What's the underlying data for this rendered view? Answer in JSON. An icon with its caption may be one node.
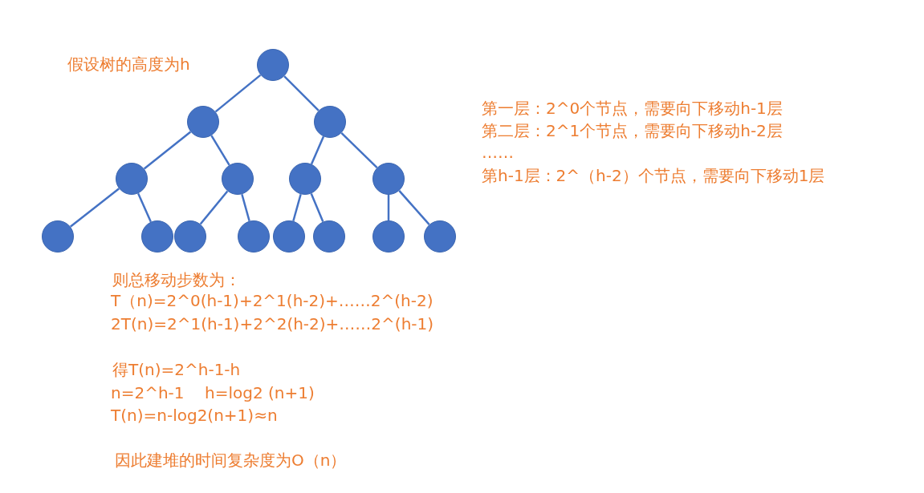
{
  "diagram": {
    "nodes": [
      {
        "text": [],
        "shape": "circle"
      },
      {
        "text": [],
        "shape": "circle"
      },
      {
        "text": [],
        "shape": "circle"
      },
      {
        "text": [],
        "shape": "circle"
      },
      {
        "text": [],
        "shape": "circle"
      },
      {
        "text": [],
        "shape": "circle"
      },
      {
        "text": [],
        "shape": "circle"
      },
      {
        "text": [],
        "shape": "circle"
      },
      {
        "text": [],
        "shape": "circle"
      },
      {
        "text": [],
        "shape": "circle"
      },
      {
        "text": [],
        "shape": "circle"
      },
      {
        "text": [],
        "shape": "circle"
      },
      {
        "text": [],
        "shape": "circle"
      },
      {
        "text": [],
        "shape": "circle"
      },
      {
        "text": [],
        "shape": "circle"
      }
    ],
    "edges": [
      {
        "from": 0,
        "to": 1,
        "arrow": "none"
      },
      {
        "from": 0,
        "to": 2,
        "arrow": "none"
      },
      {
        "from": 1,
        "to": 3,
        "arrow": "none"
      },
      {
        "from": 1,
        "to": 4,
        "arrow": "none"
      },
      {
        "from": 2,
        "to": 5,
        "arrow": "none"
      },
      {
        "from": 2,
        "to": 6,
        "arrow": "none"
      },
      {
        "from": 3,
        "to": 7,
        "arrow": "none"
      },
      {
        "from": 3,
        "to": 8,
        "arrow": "none"
      },
      {
        "from": 4,
        "to": 9,
        "arrow": "none"
      },
      {
        "from": 4,
        "to": 10,
        "arrow": "none"
      },
      {
        "from": 5,
        "to": 11,
        "arrow": "none"
      },
      {
        "from": 5,
        "to": 12,
        "arrow": "none"
      },
      {
        "from": 6,
        "to": 13,
        "arrow": "none"
      },
      {
        "from": 6,
        "to": 14,
        "arrow": "none"
      }
    ],
    "labels": [
      "假设树的高度为h",
      "第一层：2^0个节点，需要向下移动h-1层",
      "第二层：2^1个节点，需要向下移动h-2层",
      "……",
      "第h-1层：2^（h-2）个节点，需要向下移动1层",
      "则总移动步数为：",
      "T（n)=2^0(h-1)+2^1(h-2)+……2^(h-2)",
      "2T(n)=2^1(h-1)+2^2(h-2)+……2^(h-1)",
      "得T(n)=2^h-1-h",
      "n=2^h-1    h=log2 (n+1)",
      "T(n)=n-log2(n+1)≈n",
      "因此建堆的时间复杂度为O（n）"
    ]
  }
}
